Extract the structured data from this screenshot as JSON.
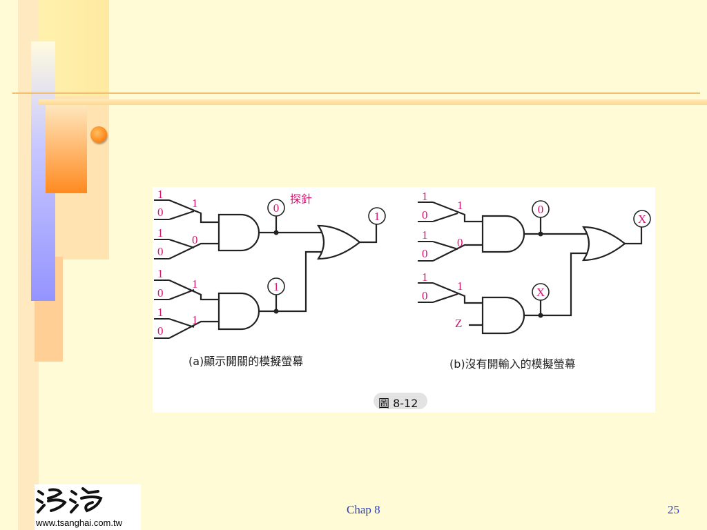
{
  "figure": {
    "caption": "圖 8-12",
    "panel_a": {
      "caption": "(a)顯示開關的模擬螢幕",
      "probe_label": "探針",
      "inputs": [
        "1",
        "0",
        "1",
        "0",
        "1",
        "0",
        "1",
        "0"
      ],
      "gate_inputs": [
        "1",
        "0",
        "1",
        "1"
      ],
      "probe_values": [
        "0",
        "1",
        "1"
      ]
    },
    "panel_b": {
      "caption": "(b)沒有開輸入的模擬螢幕",
      "inputs": [
        "1",
        "0",
        "1",
        "0",
        "1",
        "0"
      ],
      "gate_inputs": [
        "1",
        "0",
        "1",
        "Z"
      ],
      "probe_values": [
        "0",
        "X",
        "X"
      ]
    }
  },
  "footer": {
    "chapter": "Chap 8",
    "page": "25"
  },
  "logo": {
    "url": "www.tsanghai.com.tw"
  },
  "colors": {
    "background": "#fffbd6",
    "accent_orange": "#ff8a1f",
    "accent_blue": "#9a9aff",
    "label_pink": "#d4146e",
    "footer_blue": "#2b3fc0"
  }
}
